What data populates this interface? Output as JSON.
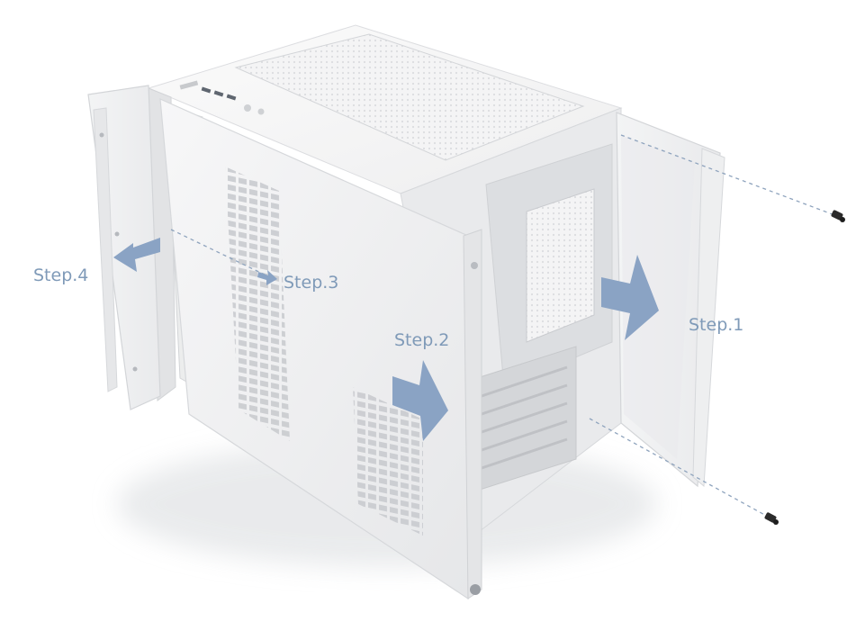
{
  "steps": [
    {
      "id": "step1",
      "label": "Step.1"
    },
    {
      "id": "step2",
      "label": "Step.2"
    },
    {
      "id": "step3",
      "label": "Step.3"
    },
    {
      "id": "step4",
      "label": "Step.4"
    }
  ],
  "colors": {
    "arrow": "#8aa3c4",
    "label": "#7f9ab8",
    "case_face": "#f2f3f4",
    "case_shadow": "#d9dbdd",
    "dashed_line": "#8ea3bd",
    "screw": "#2b2b2b"
  }
}
